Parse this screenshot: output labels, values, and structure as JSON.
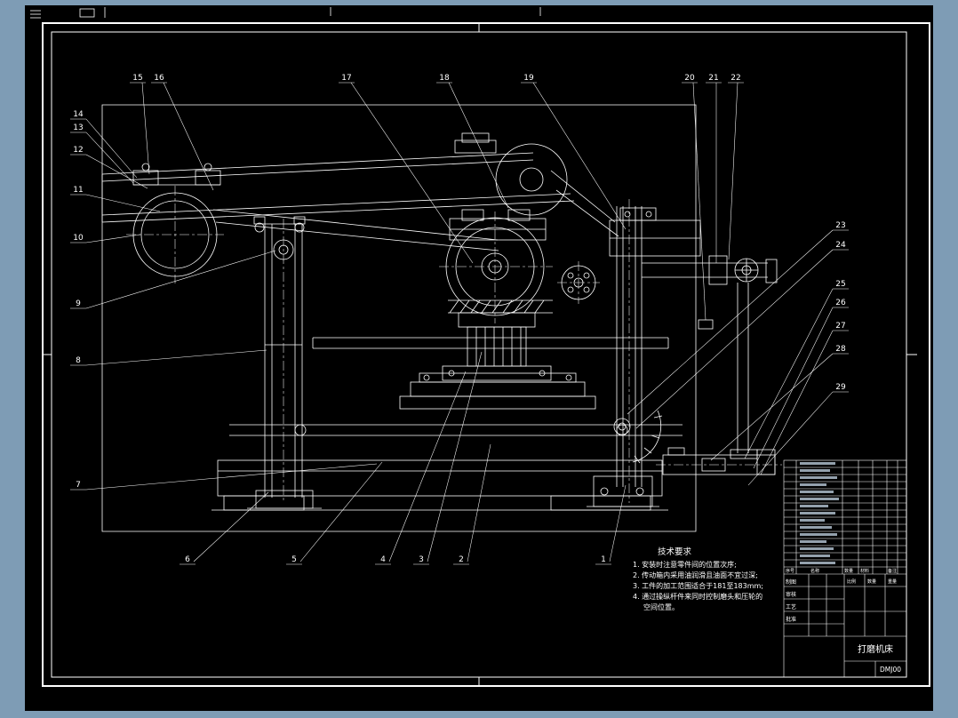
{
  "canvas": {
    "background_color": "#7e9cb5",
    "sheet_color": "#000000",
    "line_color": "#ffffff"
  },
  "callouts": [
    "1",
    "2",
    "3",
    "4",
    "5",
    "6",
    "7",
    "8",
    "9",
    "10",
    "11",
    "12",
    "13",
    "14",
    "15",
    "16",
    "17",
    "18",
    "19",
    "20",
    "21",
    "22",
    "23",
    "24",
    "25",
    "26",
    "27",
    "28",
    "29"
  ],
  "tech_requirements": {
    "title": "技术要求",
    "lines": [
      "1. 安装时注意零件间的位置次序;",
      "2. 传动箱内采用油润滑且油面不宜过深;",
      "3. 工件的加工范围适合于181至183mm;",
      "4. 通过操纵杆件来同时控制磨头和压轮的",
      "空间位置。"
    ]
  },
  "title_block": {
    "product": "打磨机床",
    "drawing_no": "DMJ00",
    "bom_headers": [
      "序号",
      "名称",
      "数量",
      "材料",
      "备注"
    ],
    "fields": {
      "draw": "制图",
      "check": "审核",
      "process": "工艺",
      "approve": "批准",
      "scale": "比例",
      "qty": "数量",
      "weight": "重量"
    }
  }
}
